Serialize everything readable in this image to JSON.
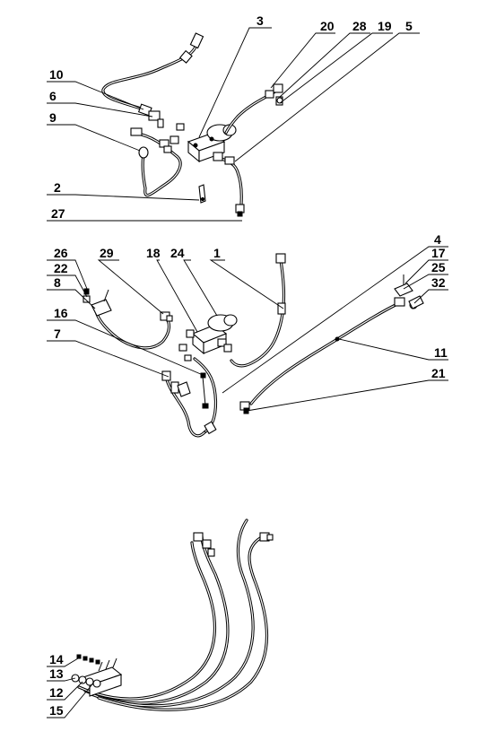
{
  "figure": {
    "callouts": [
      {
        "id": "c3",
        "text": "3"
      },
      {
        "id": "c20",
        "text": "20"
      },
      {
        "id": "c28",
        "text": "28"
      },
      {
        "id": "c19",
        "text": "19"
      },
      {
        "id": "c5",
        "text": "5"
      },
      {
        "id": "c10",
        "text": "10"
      },
      {
        "id": "c6",
        "text": "6"
      },
      {
        "id": "c9",
        "text": "9"
      },
      {
        "id": "c2",
        "text": "2"
      },
      {
        "id": "c27",
        "text": "27"
      },
      {
        "id": "c4",
        "text": "4"
      },
      {
        "id": "c26",
        "text": "26"
      },
      {
        "id": "c29",
        "text": "29"
      },
      {
        "id": "c18",
        "text": "18"
      },
      {
        "id": "c24",
        "text": "24"
      },
      {
        "id": "c1",
        "text": "1"
      },
      {
        "id": "c17",
        "text": "17"
      },
      {
        "id": "c22",
        "text": "22"
      },
      {
        "id": "c25",
        "text": "25"
      },
      {
        "id": "c8",
        "text": "8"
      },
      {
        "id": "c32",
        "text": "32"
      },
      {
        "id": "c16",
        "text": "16"
      },
      {
        "id": "c7",
        "text": "7"
      },
      {
        "id": "c11",
        "text": "11"
      },
      {
        "id": "c21",
        "text": "21"
      },
      {
        "id": "c14",
        "text": "14"
      },
      {
        "id": "c13",
        "text": "13"
      },
      {
        "id": "c12",
        "text": "12"
      },
      {
        "id": "c15",
        "text": "15"
      }
    ]
  }
}
